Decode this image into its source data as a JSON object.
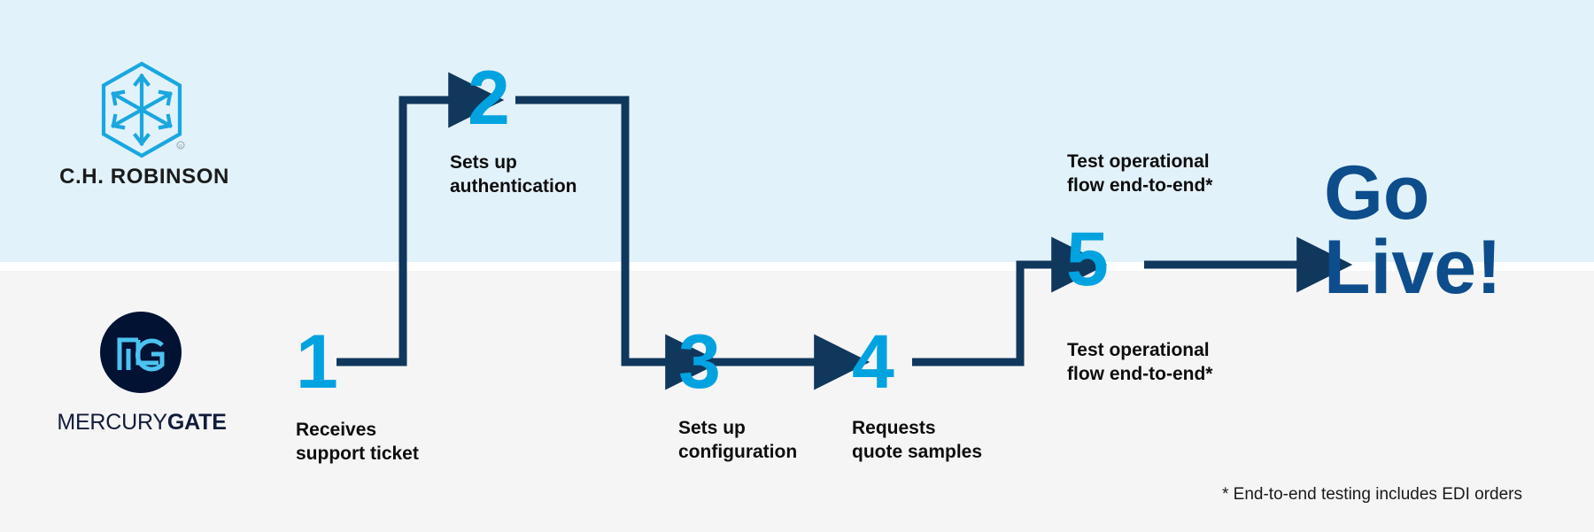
{
  "diagram": {
    "title": "Onboarding process flow",
    "colors": {
      "band_top": "#e2f2fa",
      "band_bottom": "#f5f5f5",
      "step_number": "#00a3e0",
      "connector": "#10375c",
      "go_live": "#0d4d8c",
      "mercurygate_navy": "#021233"
    }
  },
  "lanes": {
    "top": {
      "logo": {
        "icon_name": "ch-robinson-hexagon-logo",
        "wordmark": "C.H. ROBINSON"
      }
    },
    "bottom": {
      "logo": {
        "icon_name": "mercurygate-mg-monogram",
        "wordmark_thin": "MERCURY",
        "wordmark_bold": "GATE"
      }
    }
  },
  "steps": [
    {
      "number": "1",
      "label": "Receives\nsupport ticket",
      "lane": "bottom"
    },
    {
      "number": "2",
      "label": "Sets up\nauthentication",
      "lane": "top"
    },
    {
      "number": "3",
      "label": "Sets up\nconfiguration",
      "lane": "bottom"
    },
    {
      "number": "4",
      "label": "Requests\nquote samples",
      "lane": "bottom"
    },
    {
      "number": "5",
      "label": "",
      "lane": "split"
    }
  ],
  "notes": {
    "test_top": "Test operational\nflow end-to-end*",
    "test_bottom": "Test operational\nflow end-to-end*"
  },
  "outcome": {
    "label": "Go\nLive!"
  },
  "footnote": {
    "text": "* End-to-end testing includes EDI orders"
  }
}
